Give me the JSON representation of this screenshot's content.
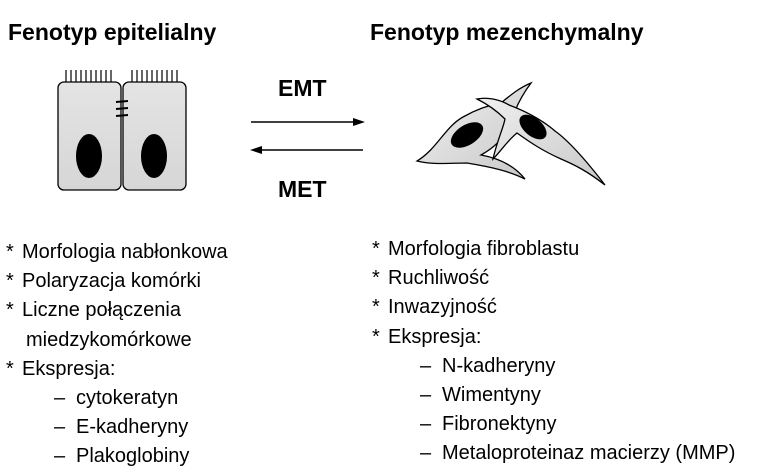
{
  "headings": {
    "left": "Fenotyp epitelialny",
    "right": "Fenotyp mezenchymalny"
  },
  "arrows": {
    "forward": "EMT",
    "reverse": "MET"
  },
  "epithelial": {
    "items": [
      "Morfologia nabłonkowa",
      "Polaryzacja komórki",
      "Liczne połączenia",
      "miedzykomórkowe",
      "Ekspresja:"
    ],
    "markers": [
      "cytokeratyn",
      "E-kadheryny",
      "Plakoglobiny"
    ]
  },
  "mesenchymal": {
    "items": [
      "Morfologia fibroblastu",
      "Ruchliwość",
      "Inwazyjność",
      "Ekspresja:"
    ],
    "markers": [
      "N-kadheryny",
      "Wimentyny",
      "Fibronektyny",
      "Metaloproteinaz macierzy (MMP)"
    ]
  }
}
